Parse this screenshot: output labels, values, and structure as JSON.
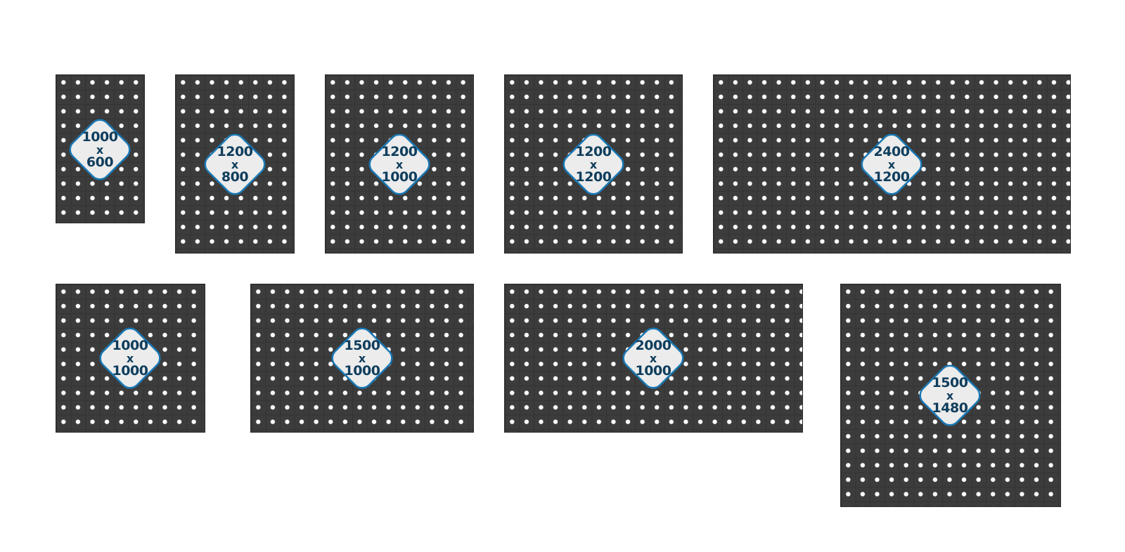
{
  "panels": [
    {
      "id": "p1",
      "width": "1000",
      "times": "x",
      "height": "600"
    },
    {
      "id": "p2",
      "width": "1200",
      "times": "x",
      "height": "800"
    },
    {
      "id": "p3",
      "width": "1200",
      "times": "x",
      "height": "1000"
    },
    {
      "id": "p4",
      "width": "1200",
      "times": "x",
      "height": "1200"
    },
    {
      "id": "p5",
      "width": "2400",
      "times": "x",
      "height": "1200"
    },
    {
      "id": "p6",
      "width": "1000",
      "times": "x",
      "height": "1000"
    },
    {
      "id": "p7",
      "width": "1500",
      "times": "x",
      "height": "1000"
    },
    {
      "id": "p8",
      "width": "2000",
      "times": "x",
      "height": "1000"
    },
    {
      "id": "p9",
      "width": "1500",
      "times": "x",
      "height": "1480"
    }
  ],
  "colors": {
    "panel": "#3c3c3c",
    "hole": "#ffffff",
    "badge_fill": "#ececec",
    "badge_border": "#1a78b4",
    "badge_text": "#0f3d5c"
  }
}
